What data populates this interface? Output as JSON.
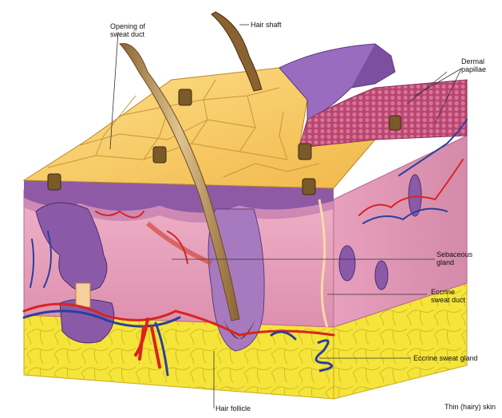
{
  "labels": {
    "opening_sweat_duct": [
      "Opening of",
      "sweat duct"
    ],
    "hair_shaft": "Hair shaft",
    "dermal_papillae": [
      "Dermal",
      "papillae"
    ],
    "sebaceous_gland": [
      "Sebaceous",
      "gland"
    ],
    "eccrine_sweat_duct": [
      "Eccrine",
      "sweat duct"
    ],
    "eccrine_sweat_gland": "Eccrine sweat gland",
    "hair_follicle": "Hair follicle",
    "caption": "Thin (hairy) skin"
  },
  "colors": {
    "epidermis_top": "#f6c65a",
    "epidermis_line": "#b8862a",
    "dermis": "#e9a3bd",
    "dermis_dark": "#c97aa0",
    "basal_layer": "#7d4a9a",
    "hypodermis_fat": "#f7e53a",
    "fat_line": "#c9b020",
    "artery": "#d8241f",
    "vein": "#2b3f9c",
    "hair": "#c8a870",
    "hair_dark": "#6b4a22",
    "gland": "#8a5aa8"
  }
}
